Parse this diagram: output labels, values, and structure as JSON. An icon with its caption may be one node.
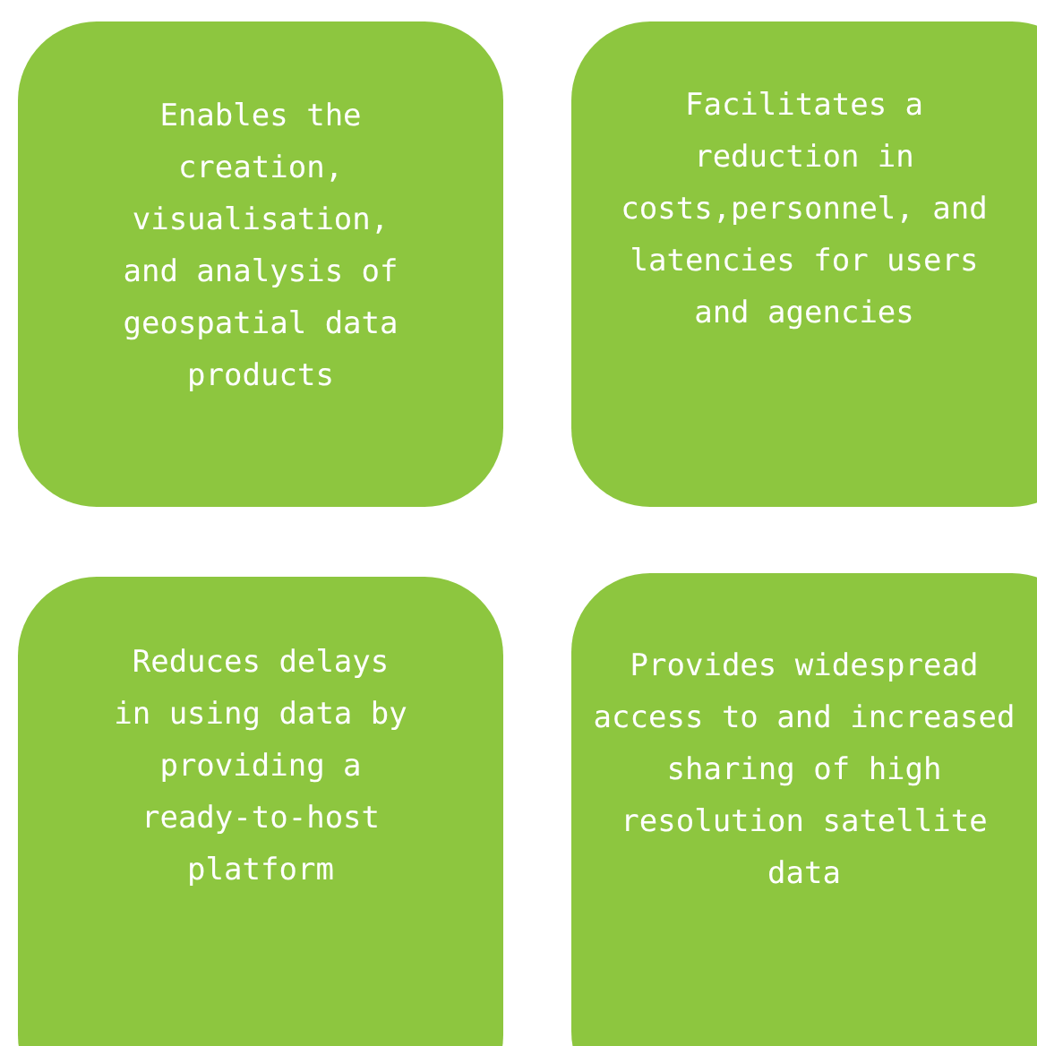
{
  "diagram": {
    "nodes": [
      {
        "text": [
          "Enables the creation, visualisation, and analysis of geospatial data products"
        ]
      },
      {
        "text": [
          "Facilitates a reduction in costs,personnel, and latencies for users and agencies"
        ]
      },
      {
        "text": [
          "Reduces delays in using data by providing a ready-to-host platform"
        ]
      },
      {
        "text": [
          "Provides widespread access to and increased sharing of high resolution satellite data"
        ]
      }
    ]
  }
}
